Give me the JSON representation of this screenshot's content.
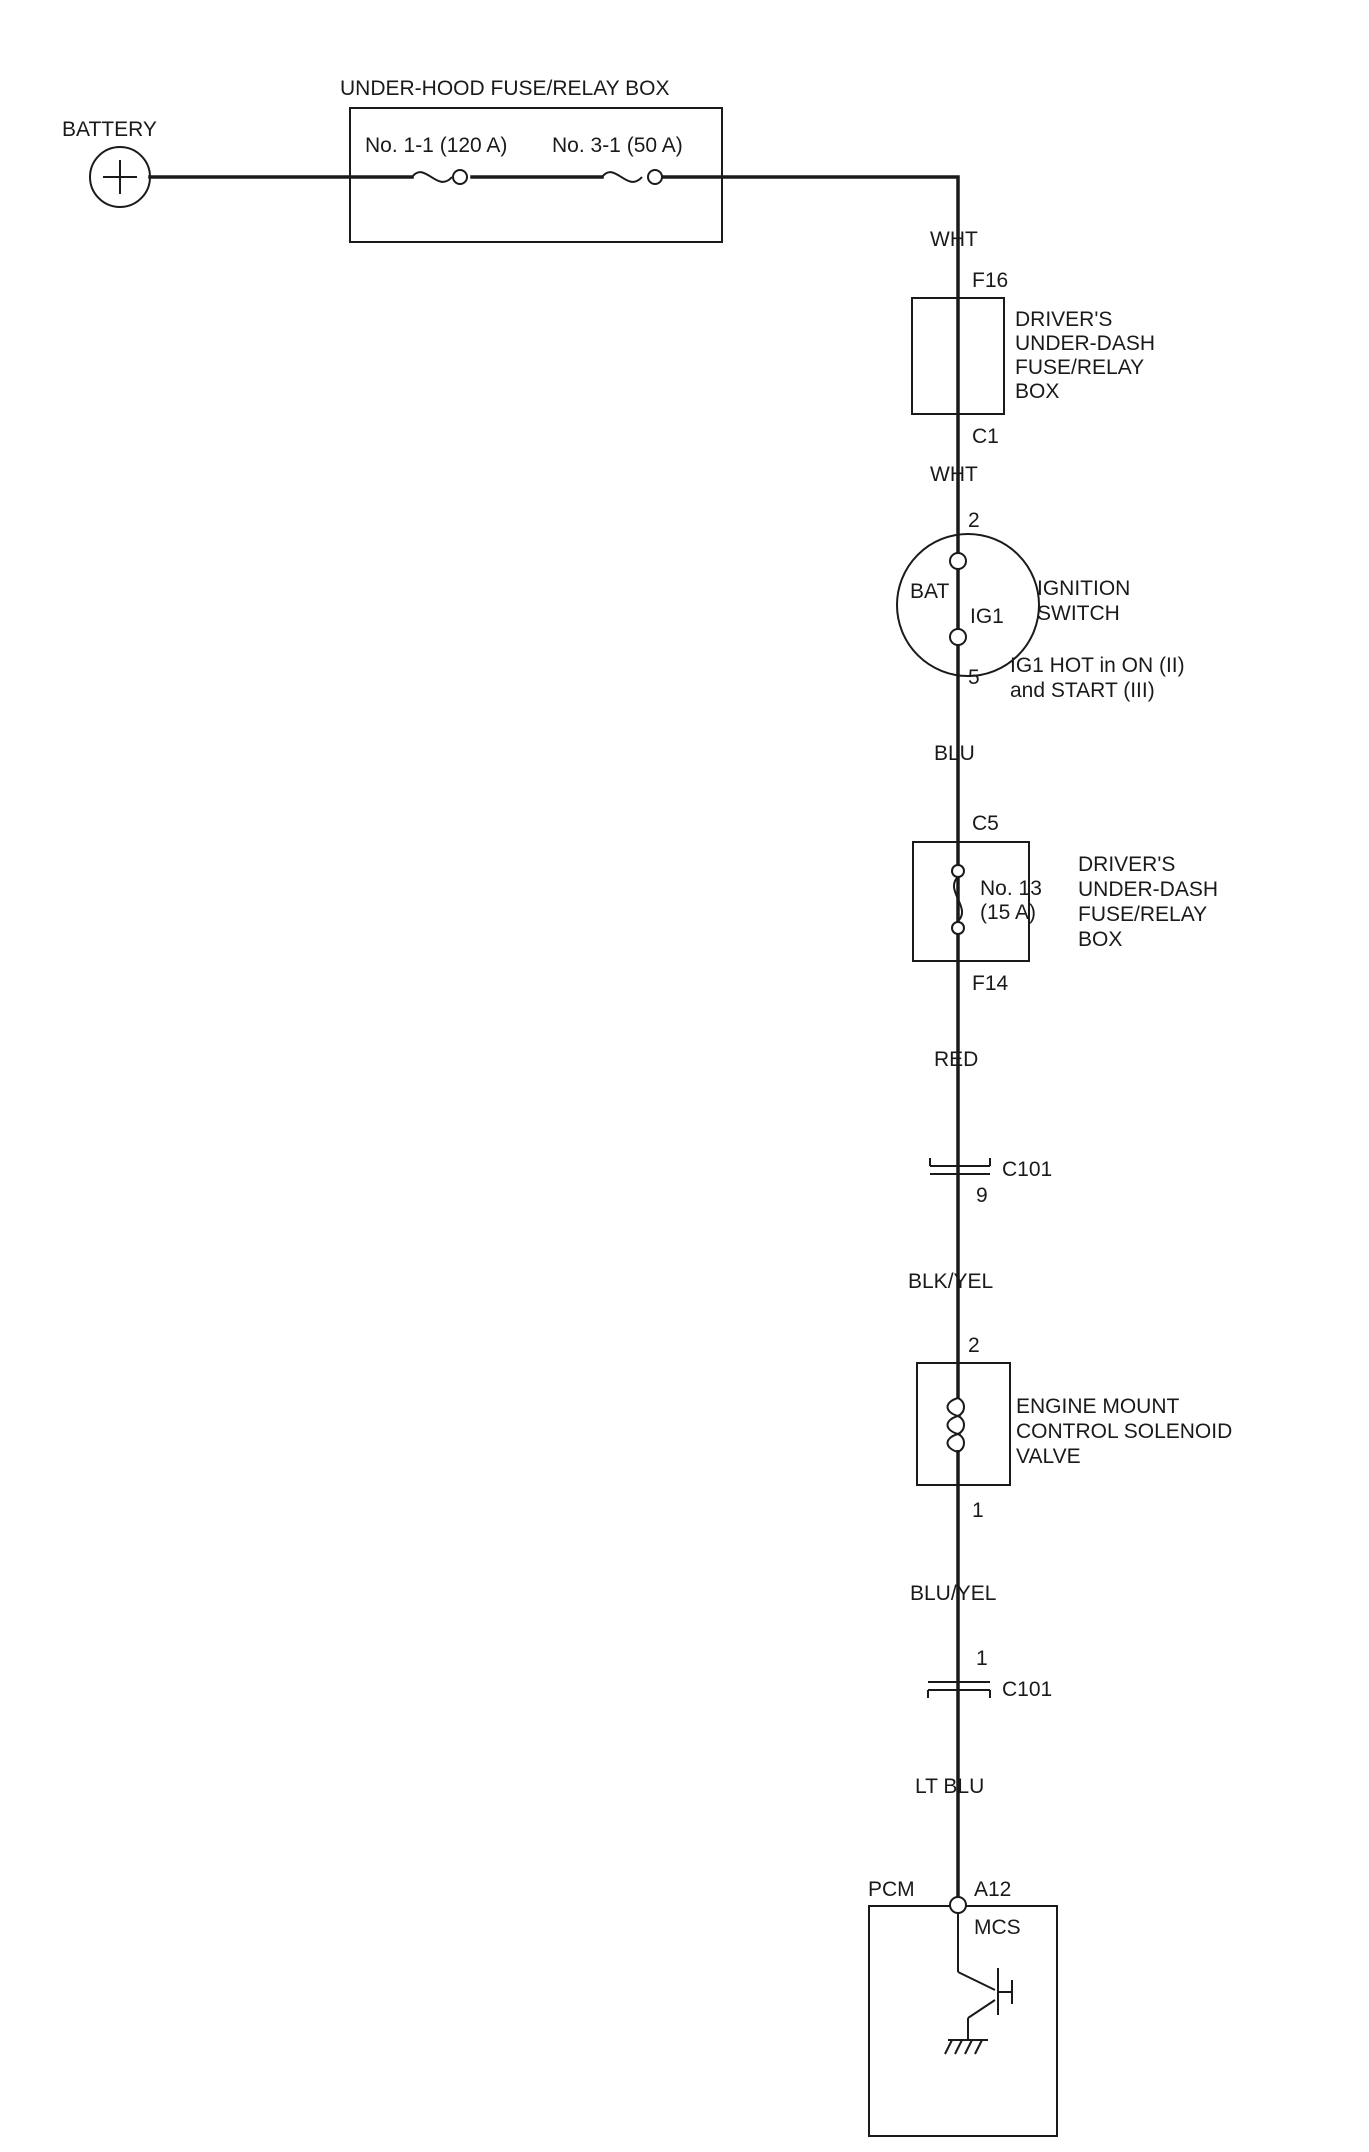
{
  "battery": {
    "label": "BATTERY",
    "icon": "battery-plus-icon"
  },
  "under_hood_box": {
    "title": "UNDER-HOOD FUSE/RELAY BOX",
    "fuse_1": "No. 1-1 (120 A)",
    "fuse_2": "No. 3-1 (50 A)"
  },
  "wires": {
    "w1": "WHT",
    "w2": "WHT",
    "w3": "BLU",
    "w4": "RED",
    "w5": "BLK/YEL",
    "w6": "BLU/YEL",
    "w7": "LT BLU"
  },
  "driver_box_1": {
    "label": [
      "DRIVER'S",
      "UNDER-DASH",
      "FUSE/RELAY",
      "BOX"
    ],
    "in_pin": "F16",
    "out_pin": "C1"
  },
  "ignition_switch": {
    "label": [
      "IGNITION",
      "SWITCH"
    ],
    "bat": "BAT",
    "ig1": "IG1",
    "pin_in": "2",
    "pin_out": "5",
    "note": [
      "IG1 HOT in ON (II)",
      "and START (III)"
    ]
  },
  "driver_box_2": {
    "label": [
      "DRIVER'S",
      "UNDER-DASH",
      "FUSE/RELAY",
      "BOX"
    ],
    "in_pin": "C5",
    "out_pin": "F14",
    "fuse": [
      "No. 13",
      "(15 A)"
    ]
  },
  "connector_1": {
    "label": "C101",
    "pin": "9"
  },
  "solenoid": {
    "label": [
      "ENGINE MOUNT",
      "CONTROL SOLENOID",
      "VALVE"
    ],
    "pin_in": "2",
    "pin_out": "1"
  },
  "connector_2": {
    "label": "C101",
    "pin": "1"
  },
  "pcm": {
    "label": "PCM",
    "pin": "A12",
    "signal": "MCS"
  }
}
